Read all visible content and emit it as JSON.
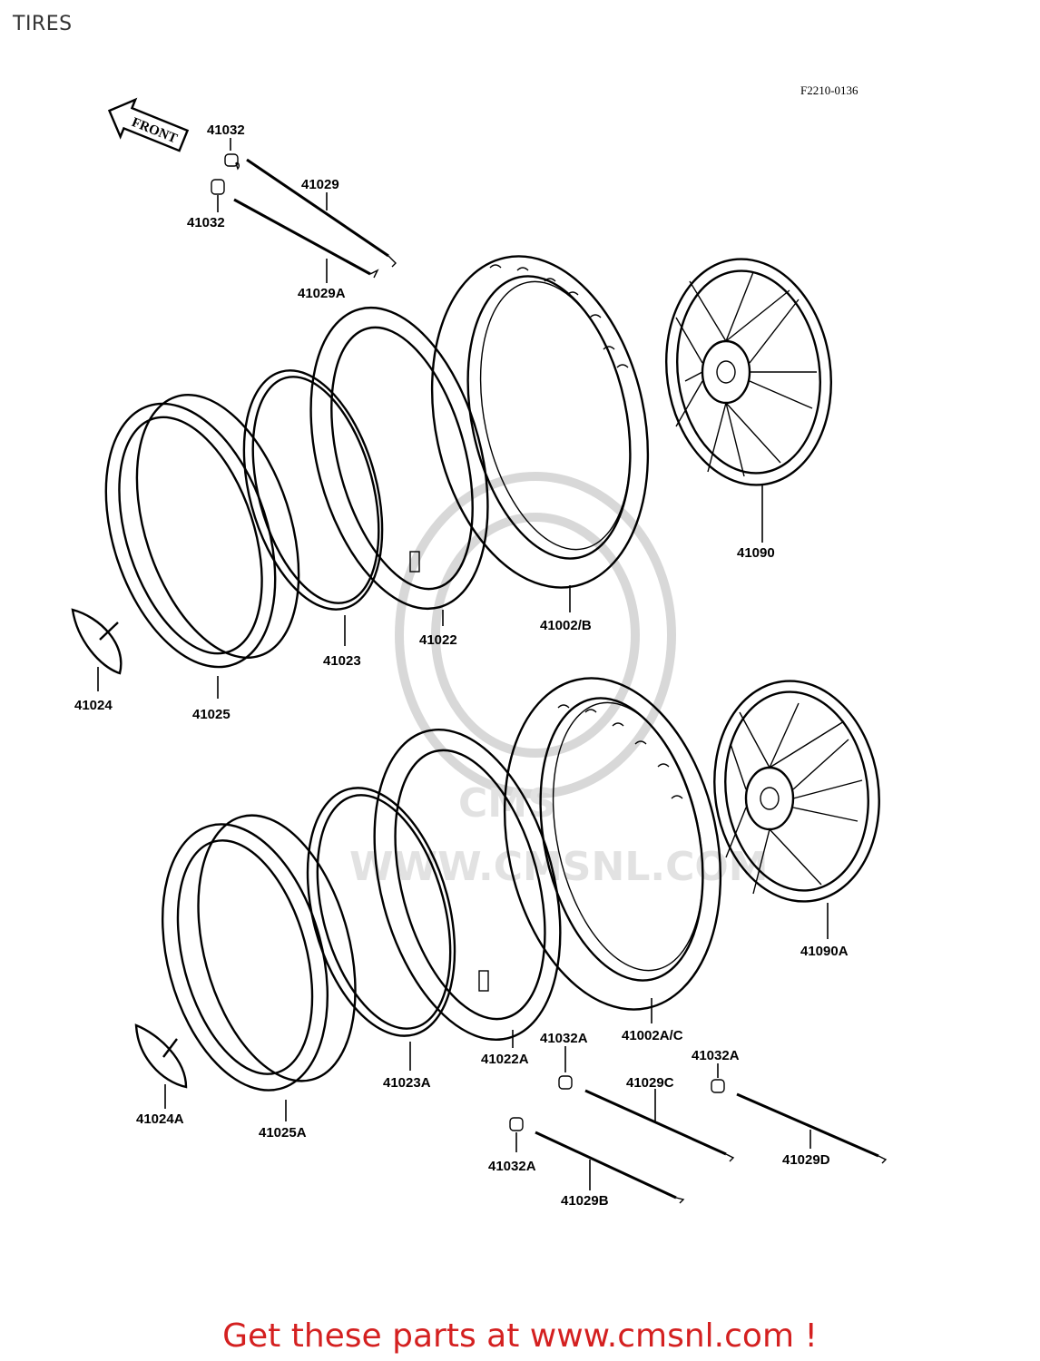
{
  "page_title": "TIRES",
  "figure_code": "F2210-0136",
  "front_arrow_label": "FRONT",
  "watermark_text": "WWW.CMSNL.COM",
  "watermark_logo": "CMS",
  "footer_text": "Get these parts at www.cmsnl.com !",
  "colors": {
    "footer": "#d42020",
    "ink": "#000000",
    "watermark": "#dcdcdc"
  },
  "parts": {
    "spoke_nipple_a": "41032",
    "spoke_nipple_b": "41032",
    "spoke_a": "41029",
    "spoke_b": "41029A",
    "front_tire": "41002/B",
    "front_wheel": "41090",
    "front_tube": "41022",
    "front_rim_band": "41023",
    "front_bead_stopper": "41024",
    "front_rim": "41025",
    "rear_wheel": "41090A",
    "rear_tire": "41002A/C",
    "rear_tube": "41022A",
    "rear_rim_band": "41023A",
    "rear_bead_stopper": "41024A",
    "rear_rim": "41025A",
    "rear_nipple_c": "41032A",
    "rear_nipple_d": "41032A",
    "rear_nipple_b": "41032A",
    "rear_spoke_c": "41029C",
    "rear_spoke_d": "41029D",
    "rear_spoke_b": "41029B"
  }
}
